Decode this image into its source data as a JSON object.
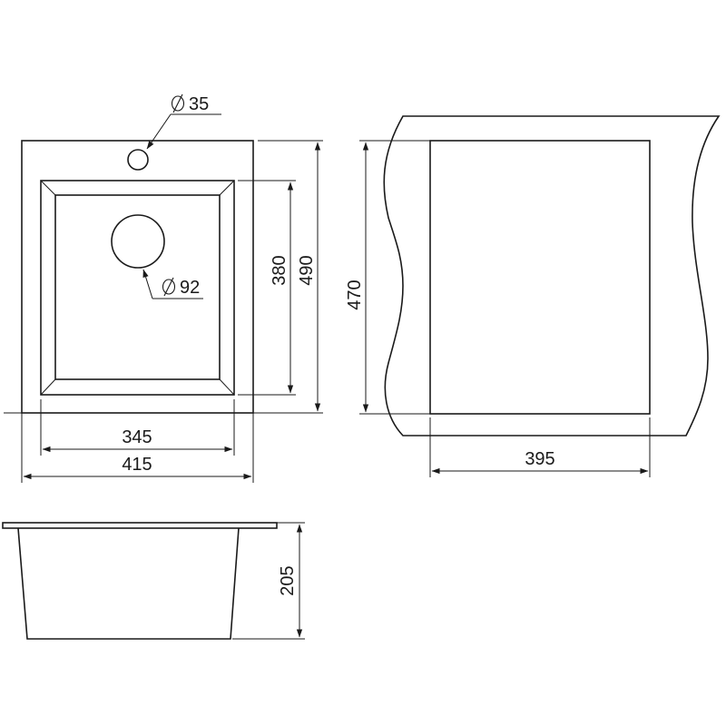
{
  "dimensions": {
    "tap_hole": "35",
    "drain_hole": "92",
    "bowl_width": "345",
    "sink_width": "415",
    "bowl_length": "380",
    "sink_length": "490",
    "cutout_length": "470",
    "cutout_width": "395",
    "sink_depth": "205"
  },
  "colors": {
    "line": "#1a1a1a",
    "background": "#ffffff"
  }
}
